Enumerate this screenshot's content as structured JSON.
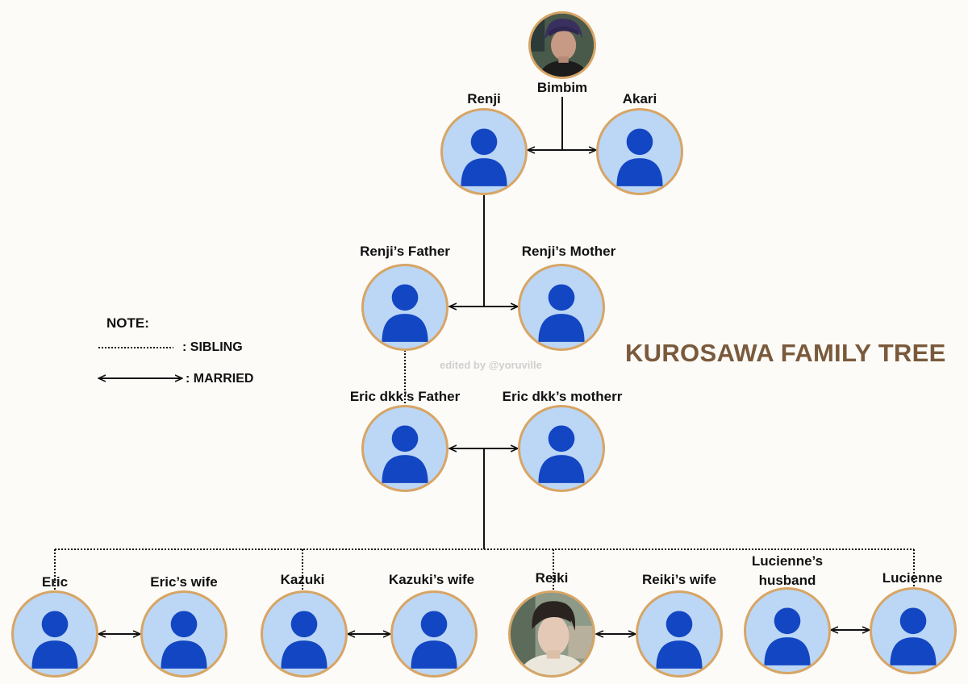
{
  "title": "KUROSAWA FAMILY TREE",
  "credit": "edited by @yoruville",
  "legend": {
    "heading": "NOTE:",
    "sibling": ": SIBLING",
    "married": ": MARRIED"
  },
  "people": {
    "bimbim": "Bimbim",
    "renji": "Renji",
    "akari": "Akari",
    "renji_father": "Renji’s Father",
    "renji_mother": "Renji’s Mother",
    "eric_father": "Eric dkk’s Father",
    "eric_mother": "Eric dkk’s motherr",
    "eric": "Eric",
    "eric_wife": "Eric’s wife",
    "kazuki": "Kazuki",
    "kazuki_wife": "Kazuki’s wife",
    "reiki": "Reiki",
    "reiki_wife": "Reiki’s wife",
    "lucienne_husband": "Lucienne’s husband",
    "lucienne": "Lucienne"
  },
  "colors": {
    "background": "#fcfbf7",
    "avatar_fill": "#bcd6f5",
    "avatar_figure": "#1346c2",
    "avatar_border": "#d7a565",
    "title": "#7a5a3c"
  }
}
